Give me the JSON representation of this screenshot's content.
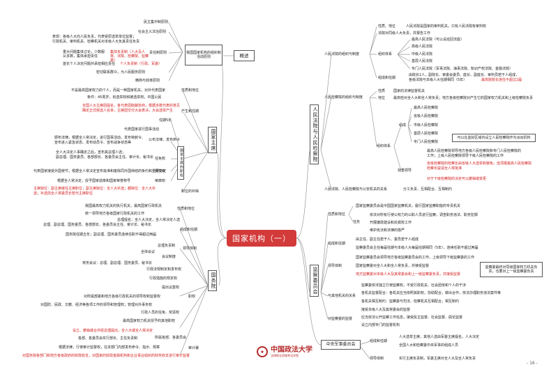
{
  "title": "国家机构（一）",
  "logo": {
    "name": "中国政法大学",
    "sub": "法律职业资格考试学院"
  },
  "page_number": "- 16 -",
  "colors": {
    "accent": "#d33a3a",
    "red_text": "#d42020",
    "line": "#999999"
  },
  "gaishu": {
    "label": "概述",
    "yuanze_label": "我国国家机构的组织和活动原则",
    "items": {
      "minzhu": "民主集中制原则",
      "fazhi": "社会主义法治原则",
      "zeren": "责任制原则",
      "qunzhong": "密切联系群众，为人民服务原则",
      "jingjian": "精简与效率原则"
    },
    "zeren_lines": {
      "l1": "表现：各级人大向人民负责，代表受原选举单位监督；",
      "l2": "行政机关、审判机关、检察机关对本级人大负其责任负责",
      "jiti_label": "重大问题集体讨论，少数服从多数，集体承担责任",
      "jiti_value": "集体负责制（人大及人常、法院、检察院、监察委）",
      "geren_label": "首长个人决定问题并承担相应责任",
      "geren_value": "个人负责制（行政、军委）"
    }
  },
  "zhuxi": {
    "label": "国家主席",
    "diwei_label": "性质和地位",
    "diwei_text": "不是最高国家权力的个人，而是一种国家机关，对外代表国家",
    "chansheng_label": "产生和任期",
    "ch_l1": "条件：45周岁，有选举权和被选举权，中国公民",
    "ch_l2": "全国人大主席团提名，各代表团酝酿协商，根据多数代表的意见",
    "ch_l3": "确定正式候选人名单，主席团交付大会表决，大会选举产生",
    "renqi": "任期5年",
    "zhiquan_label": "国家主席的职权",
    "zq_daibiao": "代表国家进行国事活动",
    "gongbu": "公布法律、发布命令",
    "gongbu_l1": "颁布法律，根据全人常决定，进行国事活动、发布特赦令、",
    "gongbu_l2": "宣布进入紧急状态、发布动员令、宣布战争状态等",
    "renmian": "任免权",
    "renmian_l1": "全人大决定人事确定之后，宣布其总理人选；",
    "renmian_l2": "副总理、国务委员、各部部长、各委员会主任、审计长、秘书长",
    "waijiao_value": "外交权",
    "waijiao_l1": "代表国家接受外国使节，根据全人常决定宣布批准和废除同外国缔结的条约和重要协定",
    "rongyu": "荣典权",
    "rongyu_l1": "根据全人常决定，授予国家勋章和国家荣誉称号",
    "bubai_label": "职位的补缺",
    "bubai_l1": "主席缺位：副主席继任主席职位；副主席缺位：全人大补选；都缺位：全人大补",
    "bubai_l2": "选；补选前全人常委员长暂代主席职位"
  },
  "guowuyuan": {
    "label": "国务院",
    "xingzhi_label": "性质和地位",
    "xz_l1": "我国最高权力机关的执行机关，最高国家行政机关",
    "xz_l2": "统一领导地方各级国家行政机关的工作",
    "zucheng_label": "组成和任期",
    "zc_l1": "总理、副总理、国务委员、各部部长、各委员会主任、审计长、秘书长",
    "zc_l2": "总理提名：全人大决定，全人常决定人选",
    "zc_l3": "国务院任期五年；副总理、国务委员连续任职不得超过两届",
    "lingdao_label": "领导体制",
    "ld_zongli": "总理负责制",
    "ld_huiyi": "全体会议",
    "ld_changwu": "常务会议",
    "ld_huiyi_label": "会议制度",
    "ld_changwu_note": "常务会议：总理、副总理、国务委员、秘书长",
    "zhiquan_label": "职权",
    "zq_1": "行政法规制定和发布权",
    "zq_2": "行政措施的规定权",
    "zq_3": "提出议案权",
    "zq_4": "对所属部委和地方各级行政机关的领导权和监督权",
    "zq_5": "对国防、民政、文教、经济等各项工作的领导和管理权；管理对外事务权",
    "zq_6": "行政人员的任免、奖惩权",
    "zq_7": "最高国家权力机关授予的其他职权",
    "buwei_label": "所属各部、各委员会",
    "bw_l1": "设立、撤销或合并经总理提出，全人大或全人常决定",
    "bw_l2": "各部、各委员会实行部长、主任负责制",
    "shenji_label": "审计署",
    "sj_l1": "根据法律，行使审计监督权，在本部门内部发布命令、指示、规章",
    "sj_l2": "对国务院各部门和地方各级政府的财政收支，对国家的财政金融机构和企业事业组织的财务收支进行审计监督"
  },
  "fayuan": {
    "label": "人民法院与人民检察院",
    "zuzhi_label": "人民法院的组织与制度",
    "xingzhi": "性质、地位",
    "xingzhi_val": "人民法院是国家的审判机关，只有人民法院有审判权",
    "duli": "法院对同级人大负责，并报告工作",
    "tixi_label": "组织体系",
    "t_zuigao": "最高人民法院（可以设巡回法庭）",
    "t_gaoji": "高级人民法院",
    "t_zhongji": "中级人民法院",
    "t_jiceng": "基层人民法院",
    "t_zhuanmen": "专门人民法院（军事法院、海事法院、知识产权法院、金融法院）",
    "renqi_label": "组成和任期",
    "rq_l1": "由院长1人，副院长、审委会委员、庭长、副庭长、审判员若干人组成，",
    "rq_l2": "各级法院与本级人大任期相同（5年）",
    "rq_l3": "最高院院长连任不超过2届",
    "jcy_label": "人民检察院的组织与制度",
    "j_xingzhi": "性质",
    "j_xingzhi_val": "国家的法律监督机关",
    "j_diwei": "地位",
    "j_diwei_val": "最高检对全人大和全人常负责；地方各级检察院对产生它的国家权力机关和上级检察院负责",
    "j_tixi_label": "组织体系",
    "j_zuigao": "最高人民检察院",
    "j_sheng": "省级人民检察院",
    "j_shi": "市级人民检察院",
    "j_jiceng": "基层人民检察院",
    "j_zhuanmen": "专门人民检察院",
    "j_paichu": "可以在监狱区域内设立人民检察院作为派出机构",
    "j_lingdao": "双重领导",
    "j_ld_l1": "最高人民检察院领导地方各级人民检察院和专门人民检察院的",
    "j_ld_l2": "工作；上级人民检察院领导下级人民检察院的工作",
    "j_ld_l3": "省级检察院的检察长由省级人大选举和罢免，但须报最高人民检察院",
    "j_ld_l4": "检察长提请全人常批准",
    "j_ld_l5": "对于下级检察院的决定可以撤销或变更",
    "guanxi": "人民法院、人民检察院与公安机关的关系",
    "guanxi_val": "分工负责、互相配合、互相制约"
  },
  "jianchawei": {
    "label": "监察委员会",
    "xingzhi_label": "性质和地位",
    "xz_l1": "国家监察委员会是中国国家监察机关，履行国家监察职能的专责机关",
    "renwu": "任务",
    "rw_l1": "依法对所有行使公权力的公职人员进行监察，调查职务违法、职务犯罪",
    "rw_l2": "开展廉政建设和反腐败工作",
    "rw_l3": "维护宪法和法律的尊严",
    "zucheng_label": "组成和任期",
    "zc_l1": "由主任、副主任若干人、委员若干人组成",
    "zc_l2": "监察委员会主任每届任期与本级人大每届任期相同（5年），连续任职不超过两届",
    "lingdao_label": "领导体制",
    "ld_l1": "国家监察委员会领导地方各级监察委员会的工作，上级领导下级监察委的工作",
    "ld_l2": "国家监察委对全人大和全人常负责，并接受监督",
    "ld_l3": "地方监察委对本级人大及其常委会和上一级监察委负责，并接受监督",
    "ld_note": "监察委最终对同级国家权力机关负责，也要对上一级监察委负责",
    "qita_label": "与其他机关的关系",
    "qt_l1": "监察委依法独立行使监察权，不受行政机关、社会团体和个人的干涉",
    "qt_l2": "各机关监督配合：各机关应当依照其职权，协助配合，做出合作，依法办理职务违法案件等",
    "qt_l3": "各机关相互制约：监察委与司法、检察机关互相配合，相互制约",
    "duijiandu_label": "对监察委的监督",
    "dj_l1": "接受本级人大及其常委会的监督",
    "dj_l2": "应当依法公开监察工作信息，接受民主监督、社会监督、舆论监督",
    "dj_l3": "设立内部专门的监督机构"
  },
  "junwei": {
    "label": "中央军事委员会",
    "zucheng_label": "组成和任期",
    "zc_l1": "人大选举主席，其他人选由军委主席提名，人大决定",
    "zc_l2": "全国人大和检察委中央军事的组成人员",
    "lingdao_label": "领导体制",
    "ld_l1": "实行主席负责制，军委主席对全人大及全人常负责"
  }
}
